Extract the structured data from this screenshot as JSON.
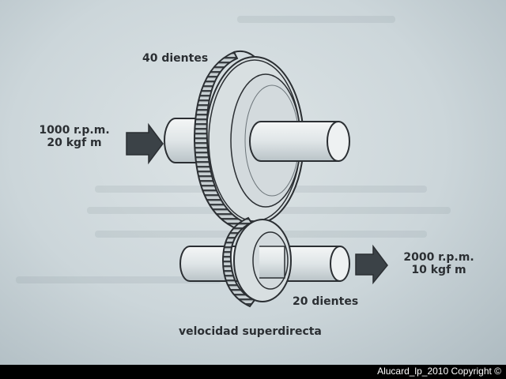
{
  "diagram": {
    "input": {
      "speed": "1000 r.p.m.",
      "torque": "20 kgf m"
    },
    "output": {
      "speed": "2000 r.p.m.",
      "torque": "10 kgf m"
    },
    "large_gear": {
      "label": "40 dientes"
    },
    "small_gear": {
      "label": "20 dientes"
    },
    "caption": "velocidad superdirecta"
  },
  "footer": {
    "copyright": "Alucard_lp_2010 Copyright ©"
  },
  "colors": {
    "ink": "#2b2f33",
    "arrow": "#3b4247",
    "paper": "#d6dee1",
    "footer": "#000000"
  }
}
